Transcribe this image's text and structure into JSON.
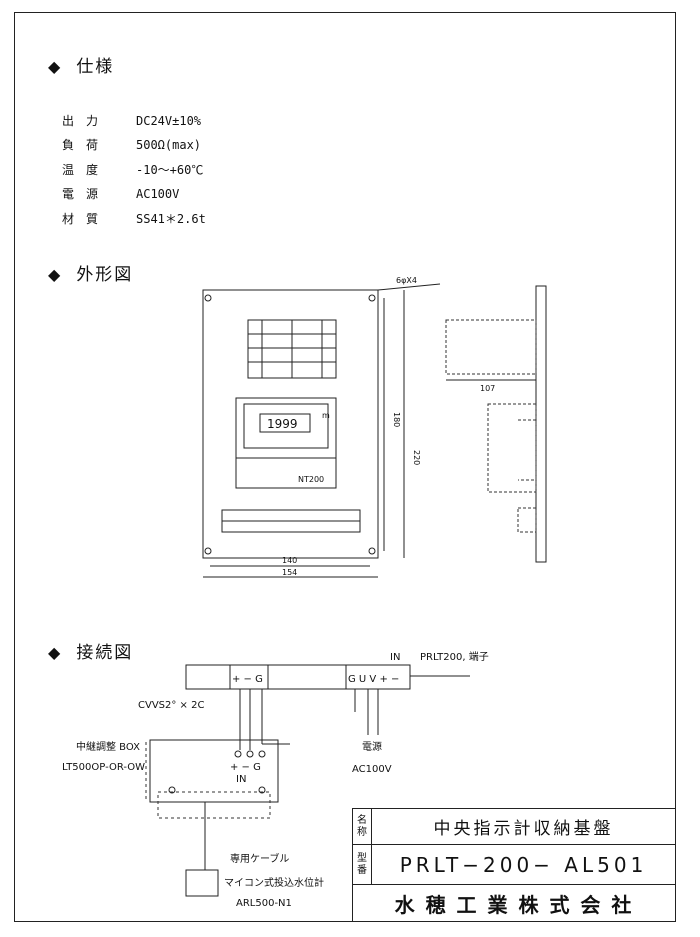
{
  "sections": {
    "spec_title": "仕様",
    "outline_title": "外形図",
    "wiring_title": "接続図"
  },
  "specs": [
    {
      "label": "出力",
      "value": "DC24V±10%"
    },
    {
      "label": "負荷",
      "value": "500Ω(max)"
    },
    {
      "label": "温度",
      "value": "-10〜+60℃"
    },
    {
      "label": "電源",
      "value": "AC100V"
    },
    {
      "label": "材質",
      "value": "SS41＊2.6t"
    }
  ],
  "outline": {
    "hole_note": "6φX4",
    "dim_inner_w": "140",
    "dim_outer_w": "154",
    "dim_inner_h": "180",
    "dim_outer_h": "220",
    "dim_side": "107",
    "display_value": "1999",
    "display_unit": "m",
    "panel_label": "NT200"
  },
  "wiring": {
    "in_label": "IN",
    "terminal_note": "PRLT200, 端子",
    "cable_spec": "CVVS2° × 2C",
    "relay_box": "中継調整 BOX",
    "relay_model": "LT500OP-OR-OW",
    "box_terminals": "+ − G",
    "box_in": "IN",
    "power_label": "電源",
    "power_value": "AC100V",
    "terminal_left": "+ − G",
    "terminal_right": "G U V + −",
    "dedicated_cable": "専用ケーブル",
    "sensor_name": "マイコン式投込水位計",
    "sensor_model": "ARL500-N1"
  },
  "title_block": {
    "name_label_1": "名",
    "name_label_2": "称",
    "name_value": "中央指示計収納基盤",
    "model_label_1": "型",
    "model_label_2": "番",
    "model_value": "PRLT−200− AL501",
    "company": "水 穂 工 業 株 式 会 社"
  }
}
